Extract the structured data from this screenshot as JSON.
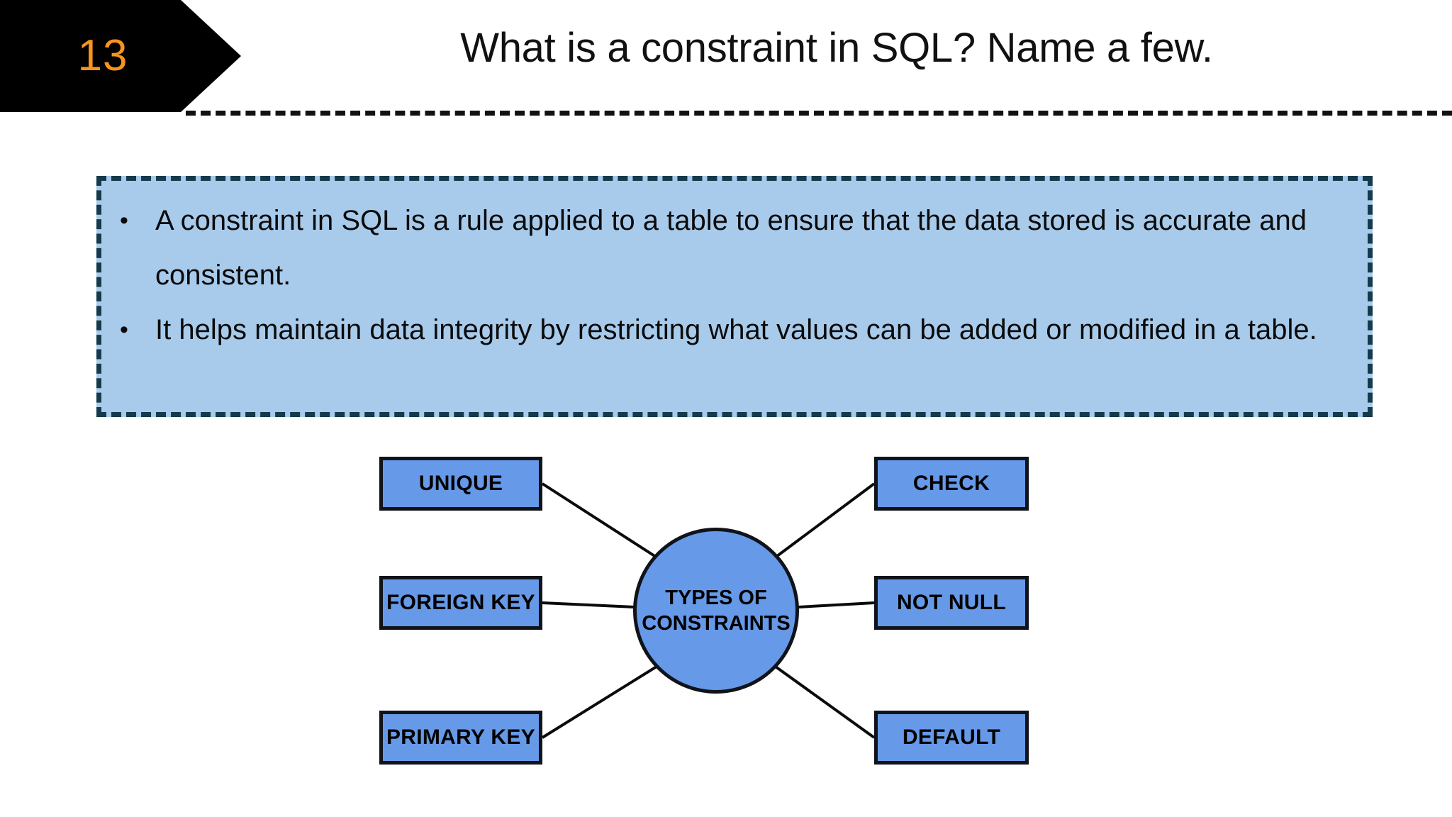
{
  "slide": {
    "number": "13",
    "title": "What is a constraint in SQL? Name a few.",
    "accent_color": "#F7941E",
    "badge_color": "#000000",
    "callout_fill": "#A8CBEC",
    "callout_border": "#153A4B",
    "node_fill": "#6699E8",
    "node_border": "#10131A"
  },
  "content": {
    "bullet_char": "•",
    "bullets": [
      "A constraint in SQL is a rule applied to a table to ensure that the data stored is accurate and consistent.",
      "It helps maintain data integrity by restricting what values can be added or modified in a table."
    ]
  },
  "diagram": {
    "center_label_line1": "TYPES OF",
    "center_label_line2": "CONSTRAINTS",
    "nodes": [
      {
        "id": "unique",
        "label": "UNIQUE"
      },
      {
        "id": "foreign-key",
        "label": "FOREIGN KEY"
      },
      {
        "id": "primary-key",
        "label": "PRIMARY KEY"
      },
      {
        "id": "check",
        "label": "CHECK"
      },
      {
        "id": "not-null",
        "label": "NOT NULL"
      },
      {
        "id": "default",
        "label": "DEFAULT"
      }
    ]
  }
}
